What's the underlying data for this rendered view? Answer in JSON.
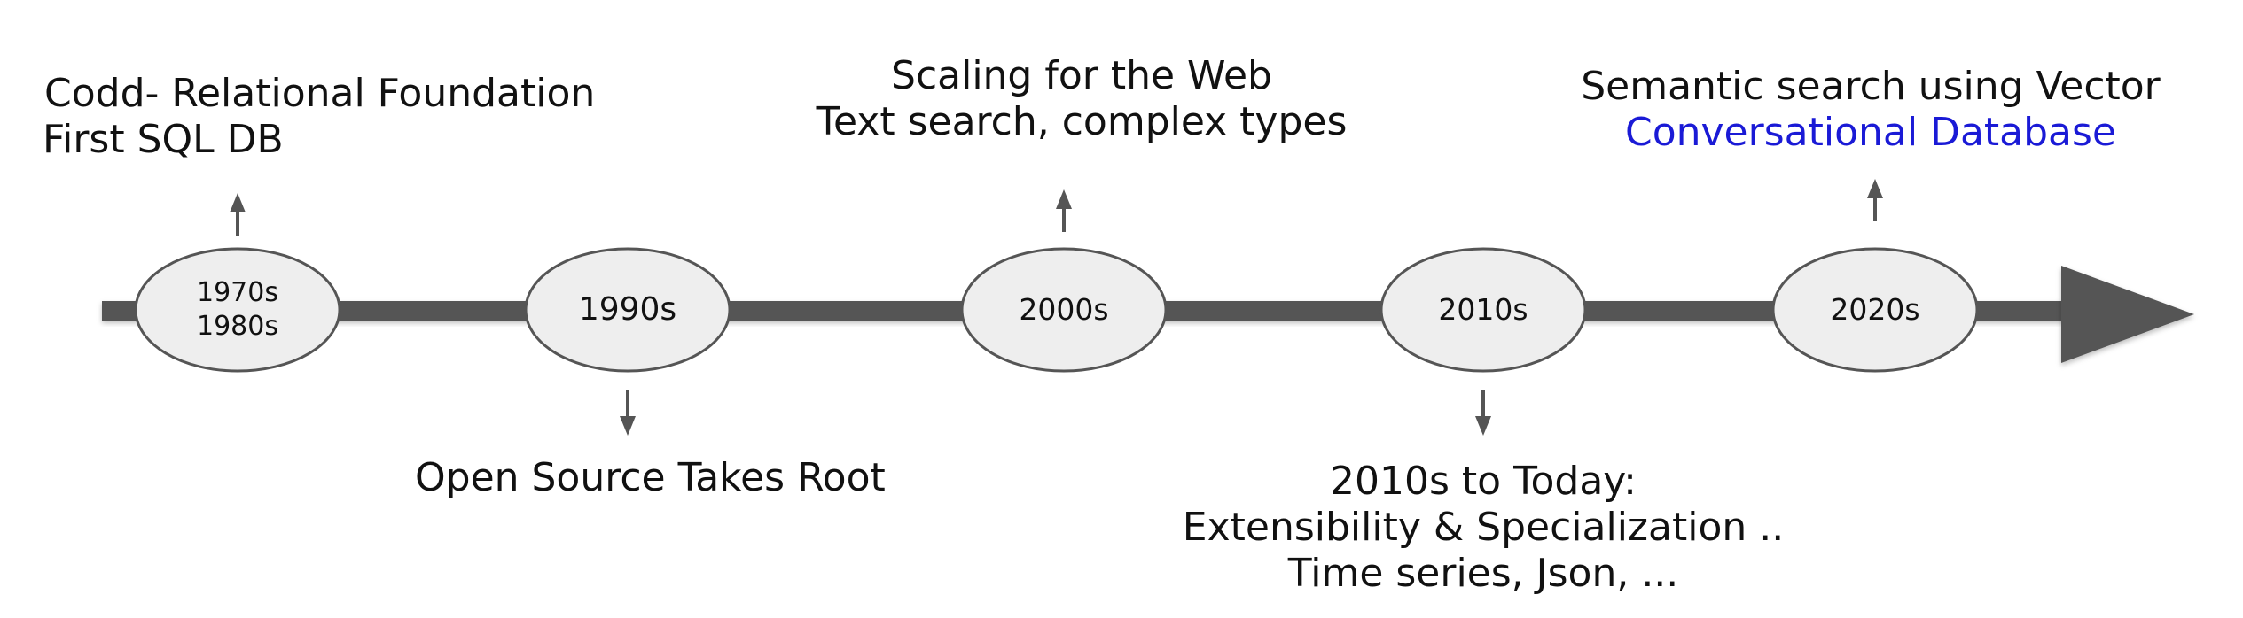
{
  "colors": {
    "axis": "#555555",
    "node_fill": "#eeeeee",
    "node_stroke": "#555555",
    "text": "#111111",
    "highlight": "#1a1ad6"
  },
  "nodes": [
    {
      "lines": [
        "1970s",
        "1980s"
      ]
    },
    {
      "lines": [
        "1990s"
      ]
    },
    {
      "lines": [
        "2000s"
      ]
    },
    {
      "lines": [
        "2010s"
      ]
    },
    {
      "lines": [
        "2020s"
      ]
    }
  ],
  "labels": {
    "era1": [
      "Codd- Relational Foundation",
      "First SQL DB"
    ],
    "era2": [
      "Open Source Takes Root"
    ],
    "era3": [
      "Scaling for the Web",
      "Text search, complex types"
    ],
    "era4": [
      "2010s to Today:",
      "Extensibility & Specialization ..",
      "Time series, Json, ..."
    ],
    "era5": [
      "Semantic search using Vector",
      "Conversational Database"
    ]
  }
}
